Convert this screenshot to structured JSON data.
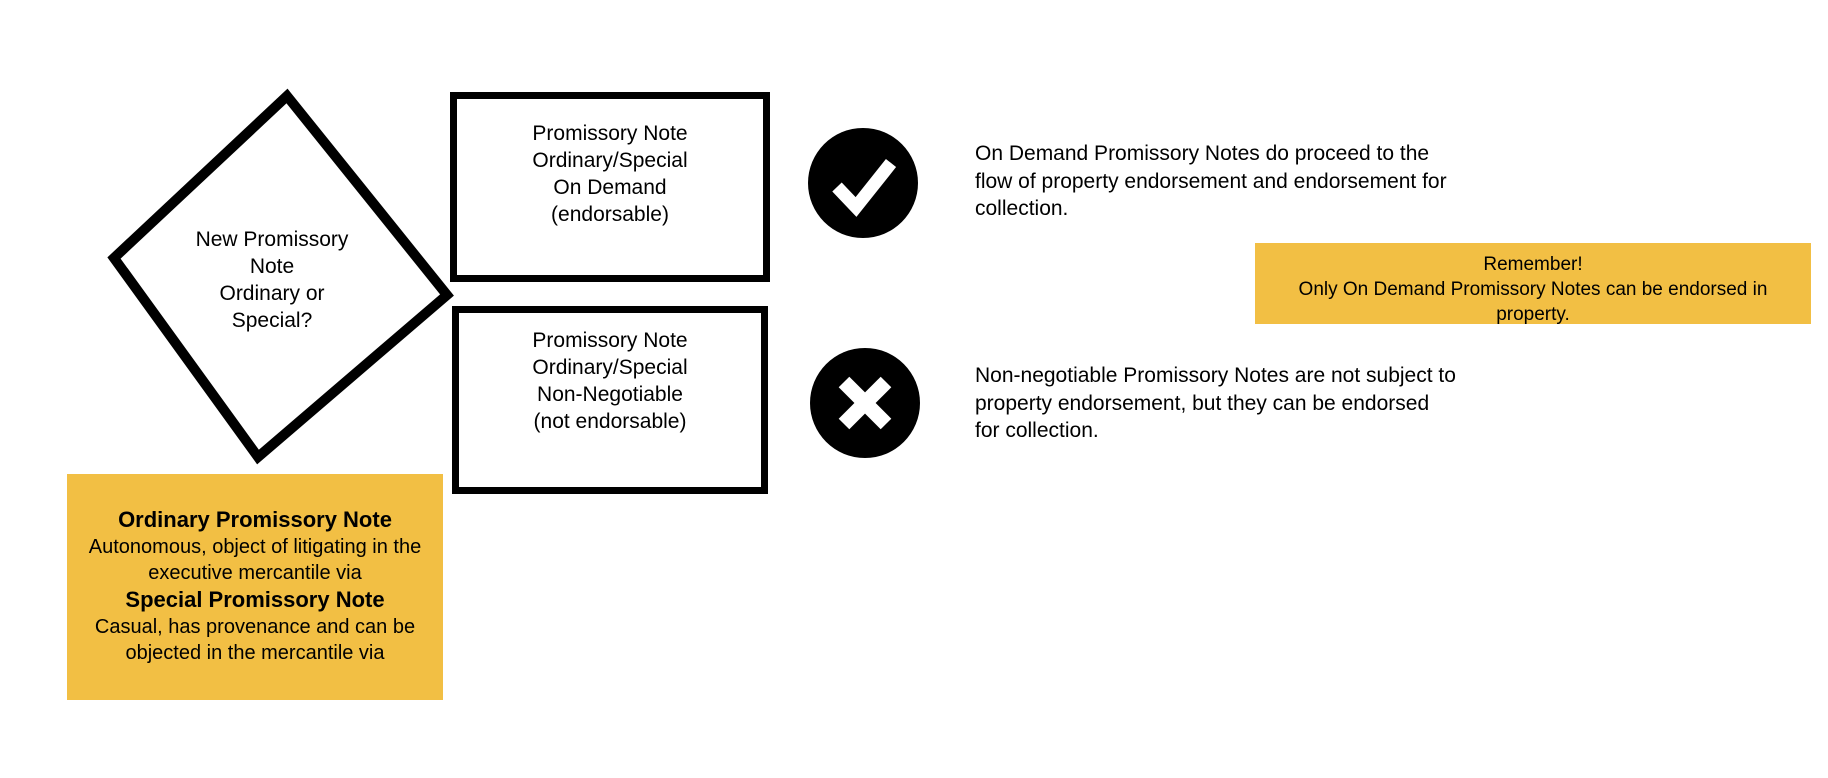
{
  "colors": {
    "gold": "#F2BF44",
    "black": "#000000",
    "white": "#FFFFFF"
  },
  "decision_diamond": {
    "lines": [
      "New Promissory",
      "Note",
      "Ordinary or",
      "Special?"
    ]
  },
  "outcome_boxes": [
    {
      "lines": [
        "Promissory Note",
        "Ordinary/Special",
        "On Demand",
        "(endorsable)"
      ]
    },
    {
      "lines": [
        "Promissory Note",
        "Ordinary/Special",
        "Non-Negotiable",
        "(not endorsable)"
      ]
    }
  ],
  "annotations": [
    {
      "icon": "check-icon",
      "lines": [
        "On Demand Promissory Notes do proceed to the",
        "flow of property endorsement and endorsement for",
        "collection."
      ]
    },
    {
      "icon": "cross-icon",
      "lines": [
        "Non-negotiable Promissory Notes are not subject to",
        "property endorsement, but they can be endorsed",
        "for collection."
      ]
    }
  ],
  "remember_box": {
    "lines": [
      "Remember!",
      "Only On Demand Promissory Notes can be endorsed in",
      "property."
    ]
  },
  "definitions_box": {
    "entries": [
      {
        "title": "Ordinary Promissory Note",
        "desc_lines": [
          "Autonomous, object of litigating in the",
          "executive mercantile via"
        ]
      },
      {
        "title": "Special Promissory Note",
        "desc_lines": [
          "Casual, has provenance and can be",
          "objected in the mercantile via"
        ]
      }
    ]
  }
}
